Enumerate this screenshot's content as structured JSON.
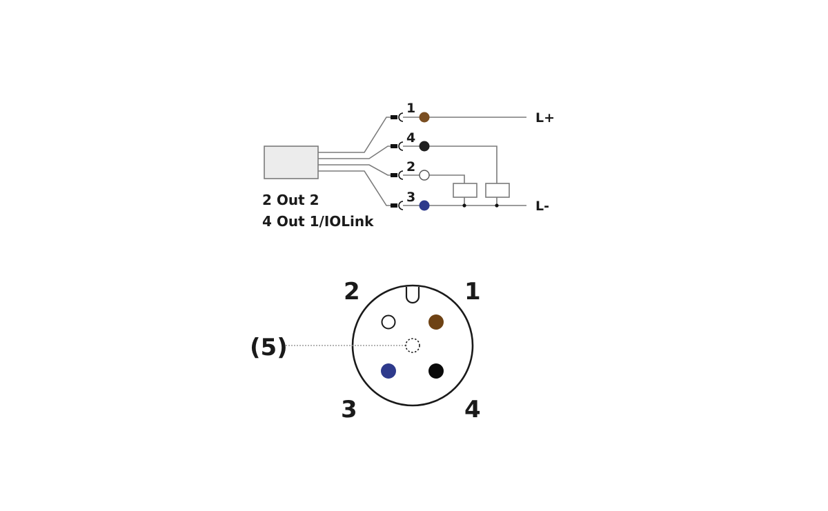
{
  "wiring": {
    "rail_plus": "L+",
    "rail_minus": "L-",
    "legend": [
      "2 Out 2",
      "4 Out 1/IOLink"
    ],
    "pins": [
      {
        "num": "1",
        "color": "#7a4e22"
      },
      {
        "num": "4",
        "color": "#1f1f1f"
      },
      {
        "num": "2",
        "color": "#ffffff"
      },
      {
        "num": "3",
        "color": "#2e3a8c"
      }
    ]
  },
  "connector": {
    "pin_labels": [
      "1",
      "2",
      "3",
      "4"
    ],
    "center_label": "(5)",
    "pin_colors": {
      "1": "#6e4214",
      "2": "#ffffff",
      "3": "#2e3a8c",
      "4": "#0a0a0a"
    }
  }
}
